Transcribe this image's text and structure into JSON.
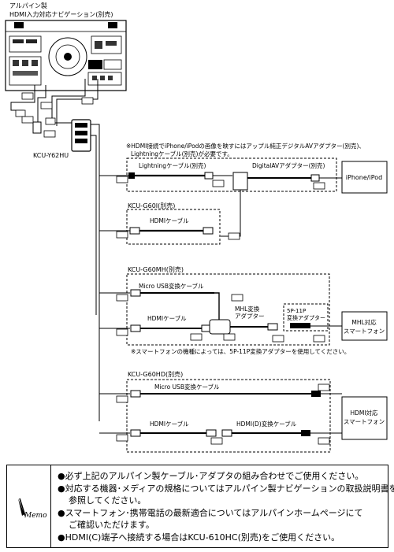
{
  "header": {
    "line1": "アルパイン製",
    "line2": "HDMI入力対応ナビゲーション(別売)"
  },
  "unit_label": "KCU-Y62HU",
  "note_top": [
    "※HDMI接続でiPhone/iPodの画像を映すにはアップル純正デジタルAVアダプター(別売)、",
    "Lightningケーブル(別売)が必要です。"
  ],
  "section_lightning": {
    "cable_label": "Lightningケーブル(別売)",
    "adapter_label": "DigitalAVアダプター(別売)"
  },
  "device_iphone": "iPhone/iPod",
  "section_g60i": {
    "title": "KCU-G60I(別売)",
    "cable_label": "HDMIケーブル"
  },
  "section_g60mh": {
    "title": "KCU-G60MH(別売)",
    "usb_label": "Micro USB変換ケーブル",
    "hdmi_label": "HDMIケーブル",
    "mhl_label": [
      "MHL変換",
      "アダプター"
    ],
    "adapter_label": [
      "5P-11P",
      "変換アダプター"
    ],
    "note": "※スマートフォンの機種によっては、5P-11P変換アダプターを使用してください。"
  },
  "device_mhl": [
    "MHL対応",
    "スマートフォン"
  ],
  "section_g60hd": {
    "title": "KCU-G60HD(別売)",
    "usb_label": "Micro USB変換ケーブル",
    "hdmi_label": "HDMIケーブル",
    "hdmi_d_label": "HDMI(D)変換ケーブル"
  },
  "device_hdmi": [
    "HDMI対応",
    "スマートフォン"
  ],
  "memo": {
    "icon_text": "Memo",
    "lines": [
      "●必ず上記のアルパイン製ケーブル･アダプタの組み合わせでご使用ください。",
      "●対応する機器･メディアの規格についてはアルパイン製ナビゲーションの取扱説明書を",
      "参照してください。",
      "●スマートフォン･携帯電話の最新適合についてはアルパインホームページにて",
      "ご確認いただけます。",
      "●HDMI(C)端子へ接続する場合はKCU-610HC(別売)をご使用ください。"
    ]
  }
}
